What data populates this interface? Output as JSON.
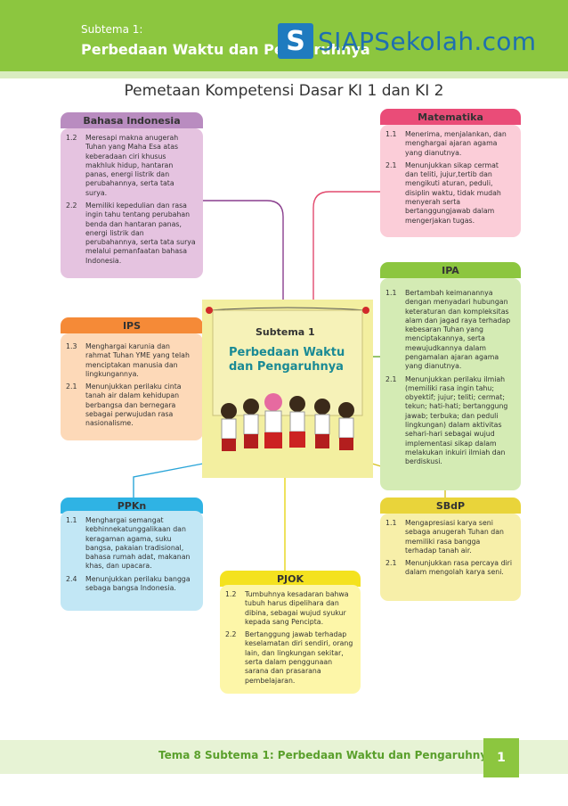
{
  "header": {
    "subtheme_label": "Subtema 1:",
    "subtheme_title": "Perbedaan Waktu dan Pengaruhnya",
    "watermark_letter": "S",
    "watermark_text": "SIAPSekolah.com"
  },
  "page_title": "Pemetaan Kompetensi Dasar KI 1 dan KI 2",
  "center": {
    "subtheme_label": "Subtema 1",
    "title_line1": "Perbedaan Waktu",
    "title_line2": "dan Pengaruhnya"
  },
  "subjects": {
    "bahasa": {
      "label": "Bahasa Indonesia",
      "items": [
        {
          "num": "1.2",
          "text": "Meresapi makna anugerah Tuhan yang Maha Esa atas keberadaan ciri khusus makhluk hidup, hantaran panas, energi listrik dan perubahannya, serta tata surya."
        },
        {
          "num": "2.2",
          "text": "Memiliki kepedulian dan rasa ingin tahu tentang perubahan benda dan hantaran panas, energi listrik dan perubahannya, serta tata surya melalui pemanfaatan bahasa Indonesia."
        }
      ]
    },
    "matematika": {
      "label": "Matematika",
      "items": [
        {
          "num": "1.1",
          "text": "Menerima, menjalankan, dan menghargai ajaran agama yang dianutnya."
        },
        {
          "num": "2.1",
          "text": "Menunjukkan sikap cermat dan teliti, jujur,tertib dan mengikuti aturan, peduli, disiplin waktu, tidak mudah menyerah serta bertanggungjawab dalam mengerjakan tugas."
        }
      ]
    },
    "ipa": {
      "label": "IPA",
      "items": [
        {
          "num": "1.1",
          "text": "Bertambah keimanannya dengan menyadari hubungan keteraturan dan kompleksitas alam dan jagad raya terhadap kebesaran Tuhan yang menciptakannya, serta mewujudkannya dalam pengamalan ajaran agama yang dianutnya."
        },
        {
          "num": "2.1",
          "text": "Menunjukkan perilaku ilmiah (memiliki rasa ingin tahu; obyektif; jujur; teliti; cermat; tekun; hati-hati; bertanggung jawab; terbuka; dan peduli lingkungan) dalam aktivitas sehari-hari sebagai wujud implementasi sikap dalam melakukan inkuiri ilmiah dan berdiskusi."
        }
      ]
    },
    "ips": {
      "label": "IPS",
      "items": [
        {
          "num": "1.3",
          "text": "Menghargai karunia dan rahmat Tuhan YME yang telah menciptakan manusia dan lingkungannya."
        },
        {
          "num": "2.1",
          "text": "Menunjukkan perilaku cinta tanah air dalam kehidupan berbangsa dan bernegara sebagai perwujudan rasa nasionalisme."
        }
      ]
    },
    "ppkn": {
      "label": "PPKn",
      "items": [
        {
          "num": "1.1",
          "text": "Menghargai semangat kebhinnekatunggalikaan dan keragaman agama, suku bangsa, pakaian tradisional, bahasa rumah adat, makanan khas, dan upacara."
        },
        {
          "num": "2.4",
          "text": "Menunjukkan perilaku bangga sebaga bangsa Indonesia."
        }
      ]
    },
    "sbdp": {
      "label": "SBdP",
      "items": [
        {
          "num": "1.1",
          "text": "Mengapresiasi karya seni sebaga anugerah Tuhan dan memiliki rasa bangga terhadap tanah air."
        },
        {
          "num": "2.1",
          "text": "Menunjukkan rasa percaya diri dalam mengolah karya seni."
        }
      ]
    },
    "pjok": {
      "label": "PJOK",
      "items": [
        {
          "num": "1.2",
          "text": "Tumbuhnya kesadaran bahwa tubuh harus dipelihara dan dibina, sebagai wujud syukur kepada sang Pencipta."
        },
        {
          "num": "2.2",
          "text": "Bertanggung jawab terhadap keselamatan diri sendiri, orang lain, dan lingkungan sekitar, serta dalam penggunaan sarana dan prasarana pembelajaran."
        }
      ]
    }
  },
  "footer": {
    "text": "Tema 8 Subtema 1: Perbedaan Waktu dan Pengaruhnya",
    "page_number": "1"
  },
  "colors": {
    "header_green": "#8cc63f",
    "bahasa": "#e5c3e0",
    "bahasa_tab": "#b98cc0",
    "matematika": "#fbcdd8",
    "matematika_tab": "#ea4c78",
    "ipa": "#d4ebb4",
    "ipa_tab": "#8cc63f",
    "ips": "#fdd9b8",
    "ips_tab": "#f58a37",
    "ppkn": "#c2e7f5",
    "ppkn_tab": "#2fb3e4",
    "sbdp": "#f7efa9",
    "sbdp_tab": "#e9d43a",
    "pjok": "#fdf6a8",
    "pjok_tab": "#f4e21f"
  }
}
